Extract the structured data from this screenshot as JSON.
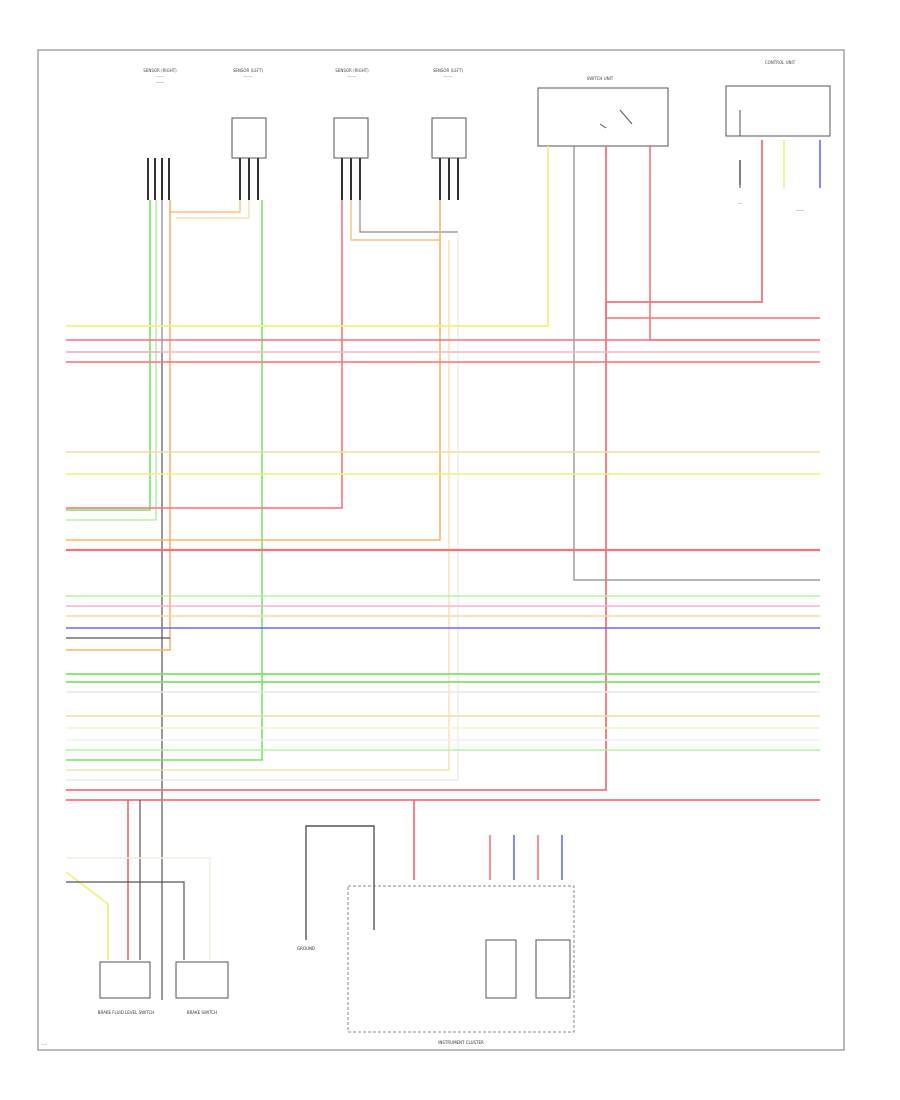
{
  "components": {
    "rf_sensor": "SENSOR (RIGHT)",
    "lf_sensor": "SENSOR (LEFT)",
    "rr_sensor": "SENSOR (RIGHT)",
    "lr_sensor": "SENSOR (LEFT)",
    "switch_unit": "SWITCH UNIT",
    "top_right_unit": "CONTROL UNIT",
    "brake_fluid": "BRAKE FLUID LEVEL SWITCH",
    "brake_sw": "BRAKE SWITCH",
    "ground": "GROUND",
    "cluster": "INSTRUMENT CLUSTER"
  },
  "colors": {
    "yellow": "#f2f07a",
    "red": "#f5727a",
    "pink": "#f7b6c8",
    "orange": "#f7b36a",
    "green": "#7be36a",
    "lightgreen": "#b6f0a8",
    "blue": "#6a6af2",
    "gray": "#8a8a8a",
    "dark": "#333333",
    "tan": "#f0dcae"
  }
}
